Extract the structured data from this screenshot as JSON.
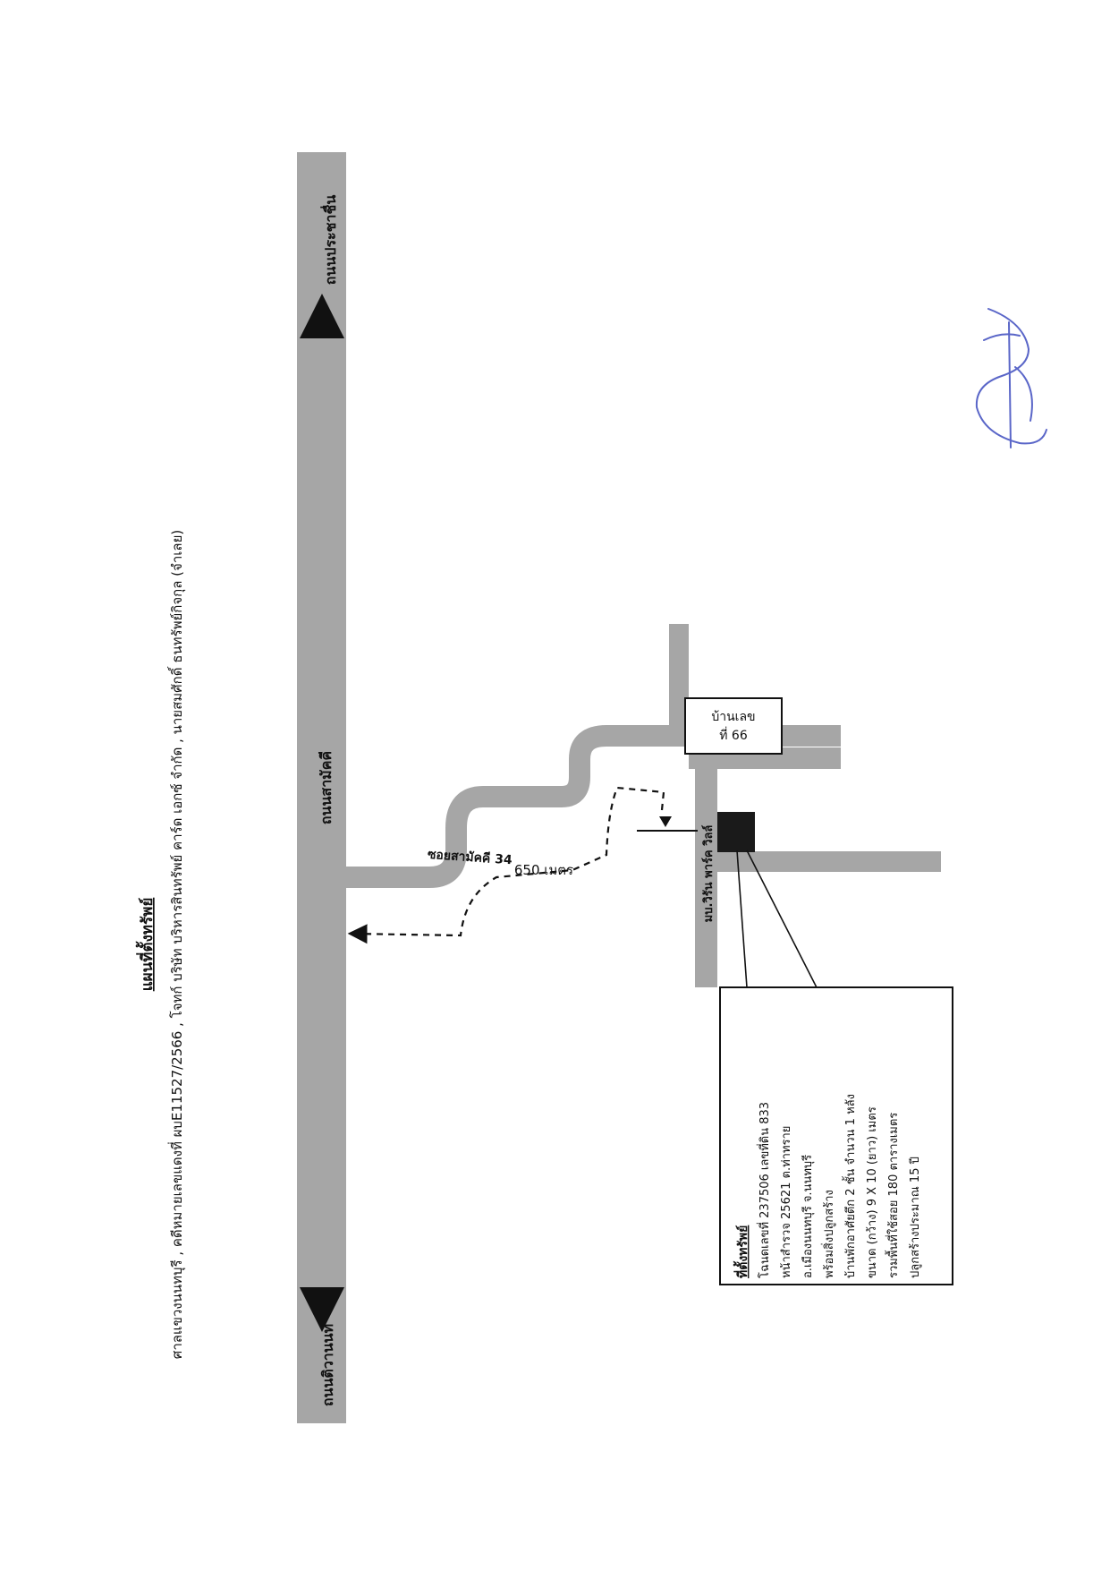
{
  "header": {
    "title": "แผนที่ตั้งทรัพย์",
    "case_line": "ศาลแขวงนนทบุรี , คดีหมายเลขแดงที่ ผบE11527/2566 , โจทก์ บริษัท บริหารสินทรัพย์ คาร์ด เอกซ์ จำกัด , นายสมศักดิ์ ธนทรัพย์กิจกุล (จำเลย)"
  },
  "roads": {
    "main_road": "ถนนสามัคคี",
    "left_end": "ถนนติวานนท์",
    "right_end": "ถนนประชาชื่น",
    "soi": "ซอยสามัคคี 34",
    "village": "มบ.วิรัน พาร์ค วิลล์"
  },
  "distance_label": "650 เมตร",
  "house_number": {
    "line1": "บ้านเลข",
    "line2": "ที่ 66"
  },
  "property_box": {
    "title": "ที่ตั้งทรัพย์",
    "lines": [
      "โฉนดเลขที่ 237506 เลขที่ดิน 833",
      "หน้าสำรวจ 25621 ต.ท่าทราย",
      "อ.เมืองนนทบุรี จ.นนทบุรี",
      "พร้อมสิ่งปลูกสร้าง",
      "บ้านพักอาศัยตึก 2 ชั้น จำนวน 1 หลัง",
      "ขนาด (กว้าง) 9 X 10 (ยาว) เมตร",
      "รวมพื้นที่ใช้สอย 180 ตารางเมตร",
      "ปลูกสร้างประมาณ 15 ปี"
    ]
  },
  "signature_initial": "St",
  "colors": {
    "road": "#a6a6a6",
    "ink": "#111111",
    "signature": "#5a66c8",
    "property_marker": "#1a1a1a"
  }
}
